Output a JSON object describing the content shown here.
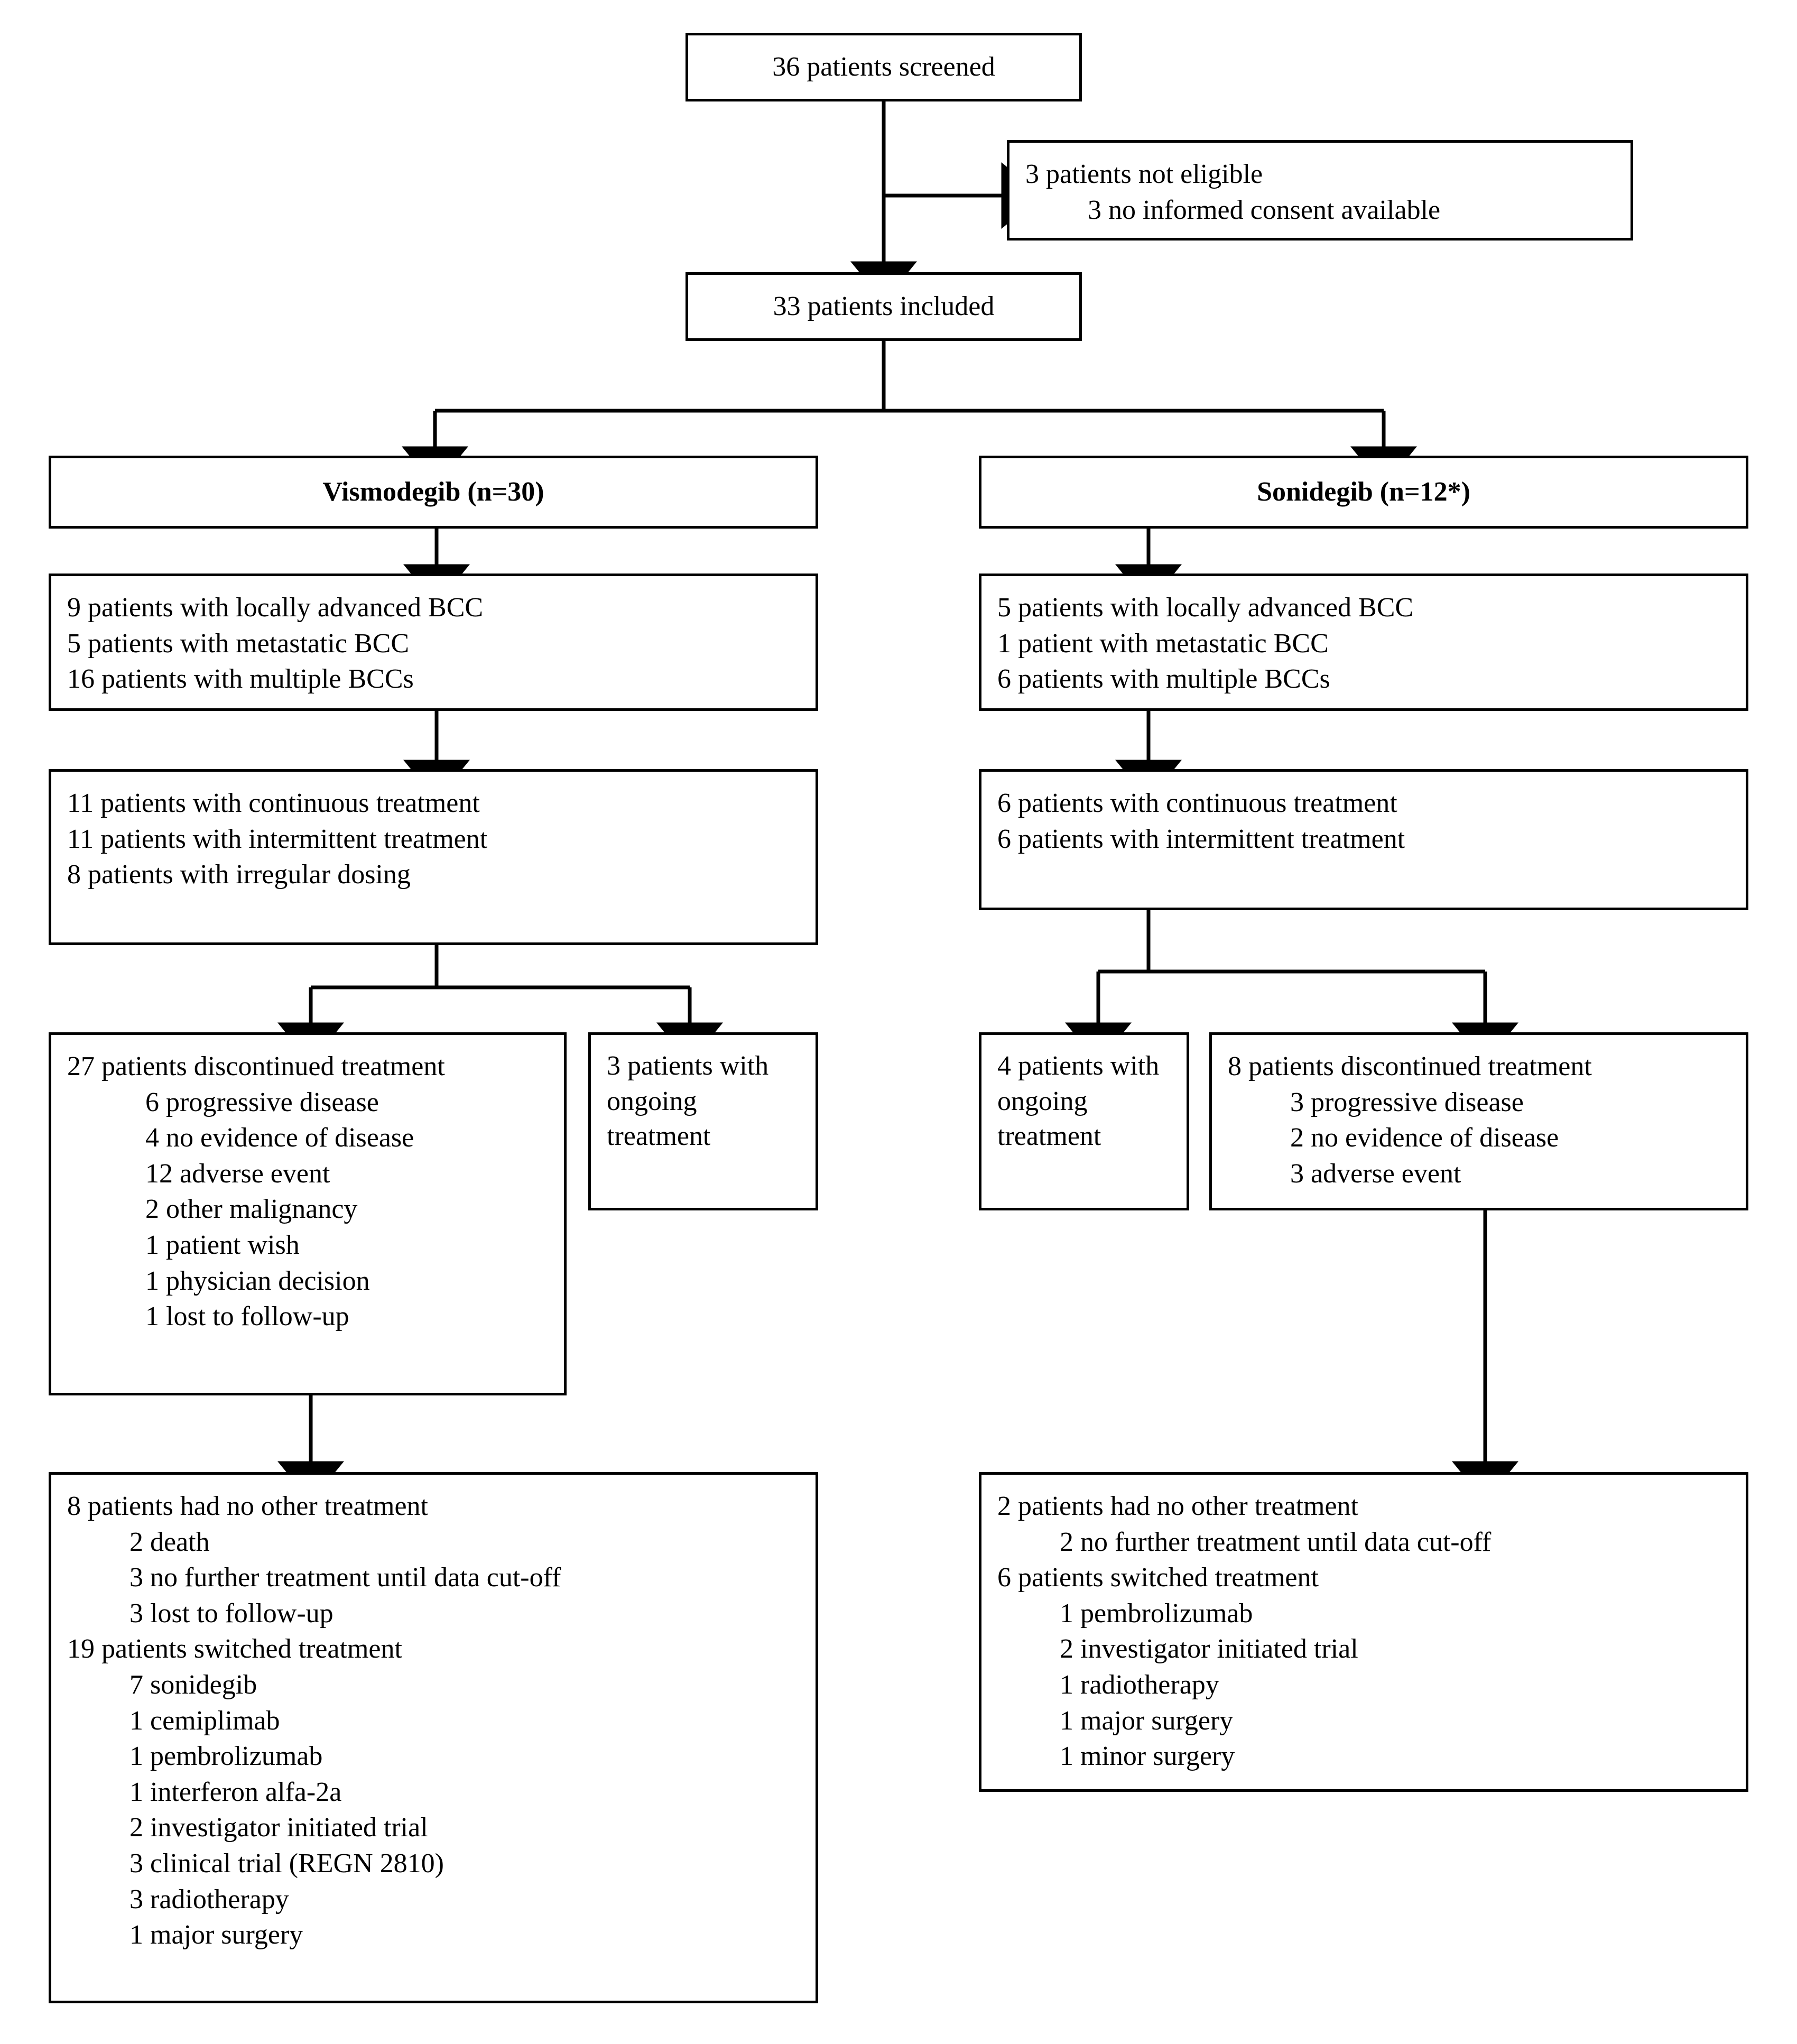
{
  "diagram": {
    "type": "patient-flow-chart",
    "title": "Patient disposition flow chart",
    "nodes": {
      "screened": {
        "text": "36 patients screened"
      },
      "not_eligible": {
        "line1": "3 patients not eligible",
        "line2": "3 no informed consent available"
      },
      "included": {
        "text": "33 patients included"
      },
      "arm_vismodegib": {
        "text": "Vismodegib (n=30)"
      },
      "arm_sonidegib": {
        "text": "Sonidegib (n=12*)"
      },
      "vis_disease": {
        "lines": [
          "9 patients with locally advanced BCC",
          "5 patients with metastatic BCC",
          "16 patients with multiple BCCs"
        ]
      },
      "son_disease": {
        "lines": [
          "5 patients with locally advanced BCC",
          "1 patient with metastatic BCC",
          "6 patients with multiple BCCs"
        ]
      },
      "vis_dosing": {
        "lines": [
          "11 patients with continuous treatment",
          "11 patients with intermittent treatment",
          "8 patients with irregular dosing"
        ]
      },
      "son_dosing": {
        "lines": [
          "6 patients with continuous treatment",
          "6 patients with intermittent treatment"
        ]
      },
      "vis_discontinued": {
        "header": "27 patients discontinued treatment",
        "items": [
          "6 progressive disease",
          "4 no evidence of disease",
          "12 adverse event",
          "2 other malignancy",
          "1 patient wish",
          "1 physician decision",
          "1 lost to follow-up"
        ]
      },
      "vis_ongoing": {
        "text": "3 patients with ongoing treatment"
      },
      "son_ongoing": {
        "text": "4 patients with ongoing treatment"
      },
      "son_discontinued": {
        "header": "8 patients discontinued treatment",
        "items": [
          "3 progressive disease",
          "2 no evidence of disease",
          "3 adverse event"
        ]
      },
      "vis_followup": {
        "header1": "8 patients had no other treatment",
        "items1": [
          "2 death",
          "3 no further treatment until data cut-off",
          "3 lost to follow-up"
        ],
        "header2": "19 patients switched treatment",
        "items2": [
          "7 sonidegib",
          "1 cemiplimab",
          "1 pembrolizumab",
          "1 interferon alfa-2a",
          "2 investigator initiated trial",
          "3 clinical trial (REGN 2810)",
          "3 radiotherapy",
          "1 major surgery"
        ]
      },
      "son_followup": {
        "header1": "2 patients had no other treatment",
        "items1": [
          "2 no further treatment until data cut-off"
        ],
        "header2": "6 patients switched treatment",
        "items2": [
          "1 pembrolizumab",
          "2 investigator initiated trial",
          "1 radiotherapy",
          "1 major surgery",
          "1 minor surgery"
        ]
      }
    },
    "colors": {
      "stroke": "#000000",
      "fill": "#ffffff",
      "text": "#000000"
    }
  }
}
